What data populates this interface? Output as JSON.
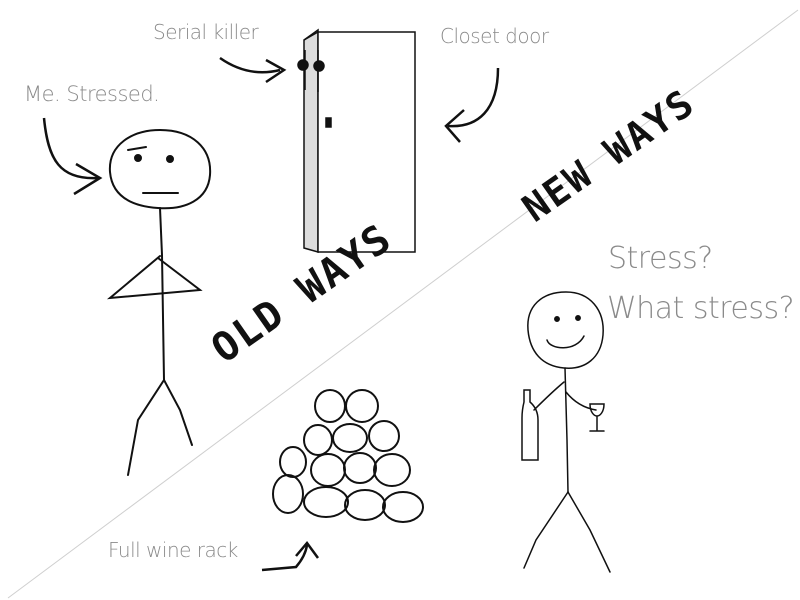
{
  "labels": {
    "serial_killer": "Serial killer",
    "closet_door": "Closet door",
    "me_stressed": "Me. Stressed.",
    "stress_q": "Stress?",
    "what_stress": "What stress?",
    "full_wine_rack": "Full wine rack",
    "old_ways": "OLD WAYS",
    "new_ways": "NEW WAYS"
  },
  "colors": {
    "ink": "#111111",
    "annotation_gray": "#8a8a8a",
    "divider_gray": "#cfcfcf",
    "closet_side": "#dcdcdc",
    "background": "#ffffff"
  }
}
